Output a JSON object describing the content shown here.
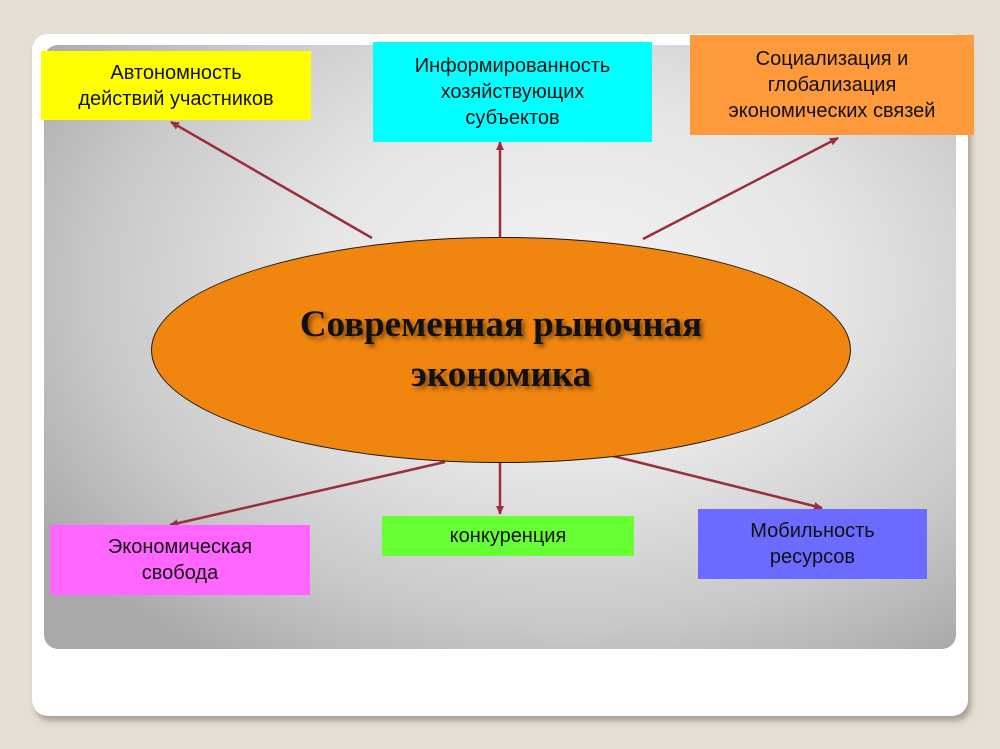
{
  "diagram": {
    "center": {
      "label": "Современная рыночная\nэкономика",
      "color": "#f08510"
    },
    "nodes": [
      {
        "id": "autonomy",
        "label": "Автономность\nдействий участников",
        "color": "#ffff00"
      },
      {
        "id": "awareness",
        "label": "Информированность\nхозяйствующих\nсубъектов",
        "color": "#00ffff"
      },
      {
        "id": "socialization",
        "label": "Социализация и\nглобализация\nэкономических связей",
        "color": "#fe9a3c"
      },
      {
        "id": "freedom",
        "label": "Экономическая\nсвобода",
        "color": "#ff66ff"
      },
      {
        "id": "competition",
        "label": "конкуренция",
        "color": "#66ff33"
      },
      {
        "id": "mobility",
        "label": "Мобильность\nресурсов",
        "color": "#6b6bff"
      }
    ],
    "arrow_color": "#9b2d3d"
  }
}
